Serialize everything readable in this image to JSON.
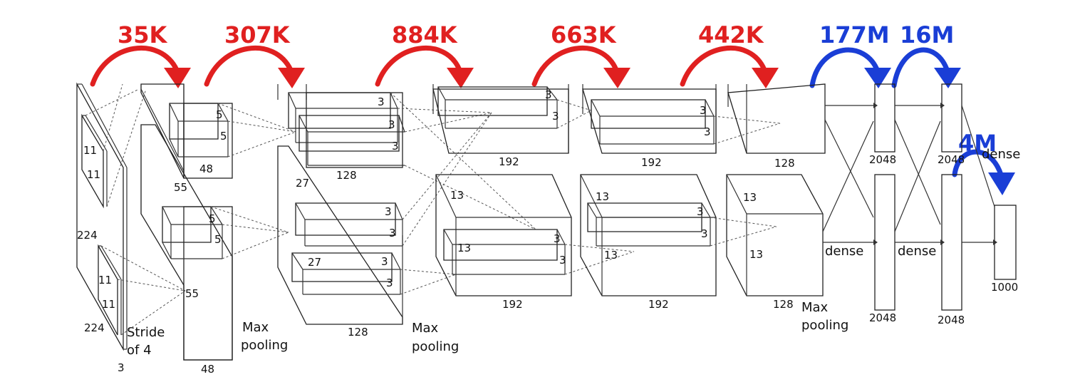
{
  "params": {
    "p1": "35K",
    "p2": "307K",
    "p3": "884K",
    "p4": "663K",
    "p5": "442K",
    "p6": "177M",
    "p7": "16M",
    "p8": "4M"
  },
  "colors": {
    "conv_params": "#e02020",
    "fc_params": "#1a3ed6"
  },
  "input": {
    "size_v": "224",
    "size_h": "224",
    "depth": "3",
    "kernel_top_a": "11",
    "kernel_top_b": "11",
    "kernel_bot_a": "11",
    "kernel_bot_b": "11",
    "stride_1": "Stride",
    "stride_2": "of 4"
  },
  "conv1": {
    "map_size": "55",
    "map_size_b": "55",
    "depth_bottom": "48",
    "depth_top": "48",
    "k_top_a": "5",
    "k_top_b": "5",
    "k_bot_a": "5",
    "k_bot_b": "5"
  },
  "pool1": {
    "label_1": "Max",
    "label_2": "pooling"
  },
  "conv2": {
    "map_size": "27",
    "map_size_b": "27",
    "depth_top": "128",
    "depth_bottom": "128",
    "k1": "3",
    "k2": "3",
    "k3": "3",
    "k4": "3",
    "k5": "3",
    "k6": "3",
    "k7": "3"
  },
  "pool2": {
    "label_1": "Max",
    "label_2": "pooling"
  },
  "conv3": {
    "depth_top": "192",
    "depth_bottom": "192",
    "map_a": "13",
    "map_b": "13",
    "k1": "3",
    "k2": "3",
    "k3": "3",
    "k4": "3"
  },
  "conv4": {
    "depth_top": "192",
    "depth_bottom": "192",
    "map_a": "13",
    "map_b": "13",
    "k1": "3",
    "k2": "3",
    "k3": "3",
    "k4": "3"
  },
  "conv5": {
    "depth_top": "128",
    "depth_bottom": "128",
    "map_a": "13",
    "map_b": "13"
  },
  "pool3": {
    "label_1": "Max",
    "label_2": "pooling"
  },
  "fc": {
    "fc6_top": "2048",
    "fc6_bottom": "2048",
    "fc7_top": "2048",
    "fc7_bottom": "2048",
    "out": "1000",
    "dense1": "dense",
    "dense2": "dense",
    "dense3": "dense"
  }
}
